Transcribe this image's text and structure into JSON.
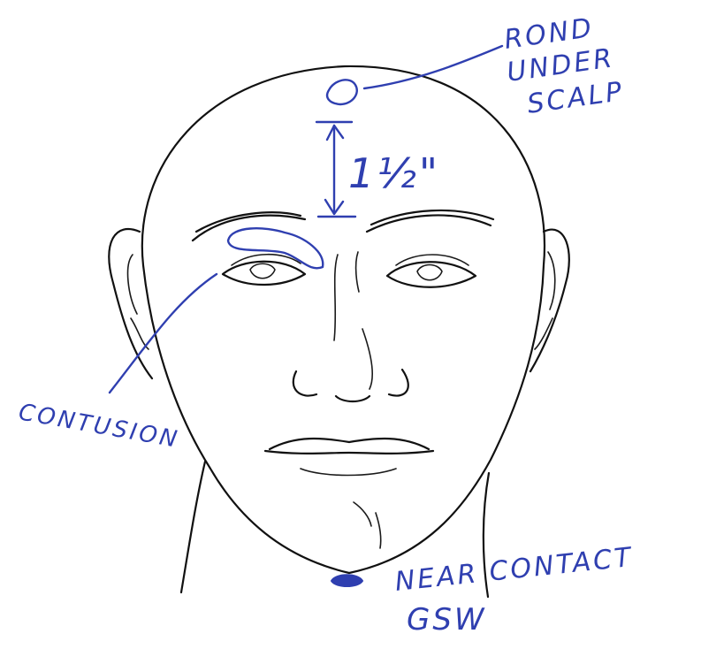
{
  "colors": {
    "ink": "#111111",
    "annotation": "#2f3fb0",
    "paper": "#ffffff"
  },
  "annotations": {
    "round_wound": {
      "lines": [
        "ROND",
        "UNDER",
        "SCALP"
      ]
    },
    "measurement": "1½\"",
    "contusion": "CONTUSION",
    "gunshot": {
      "lines": [
        "NEAR CONTACT",
        "GSW"
      ]
    }
  }
}
